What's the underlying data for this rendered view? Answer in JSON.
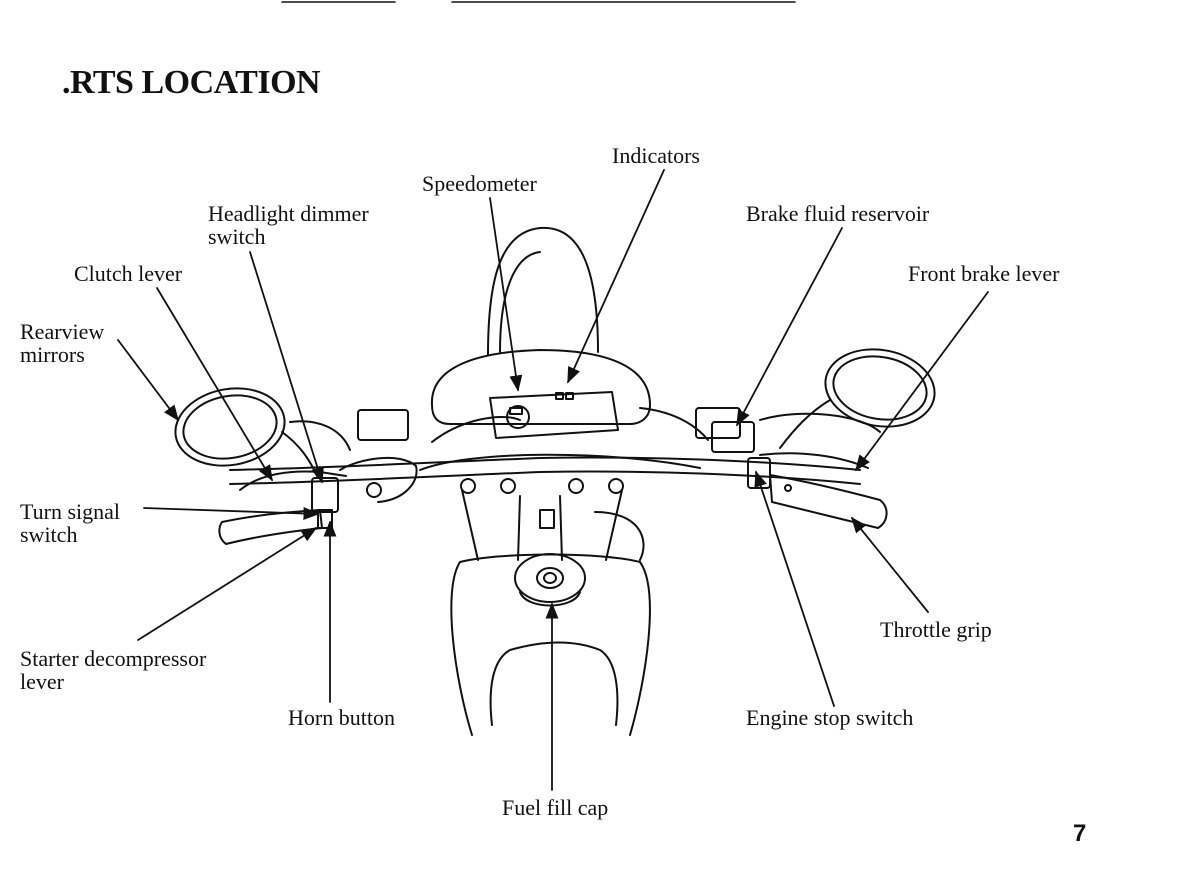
{
  "page": {
    "title": ".RTS LOCATION",
    "number": "7"
  },
  "labels": {
    "indicators": "Indicators",
    "speedometer": "Speedometer",
    "headlight_dimmer": [
      "Headlight dimmer",
      "switch"
    ],
    "brake_fluid_reservoir": "Brake fluid reservoir",
    "clutch_lever": "Clutch lever",
    "front_brake_lever": "Front brake lever",
    "rearview_mirrors": [
      "Rearview",
      "mirrors"
    ],
    "turn_signal_switch": [
      "Turn signal",
      "switch"
    ],
    "throttle_grip": "Throttle grip",
    "starter_decompressor": [
      "Starter decompressor",
      "lever"
    ],
    "horn_button": "Horn button",
    "engine_stop_switch": "Engine stop switch",
    "fuel_fill_cap": "Fuel fill cap"
  }
}
